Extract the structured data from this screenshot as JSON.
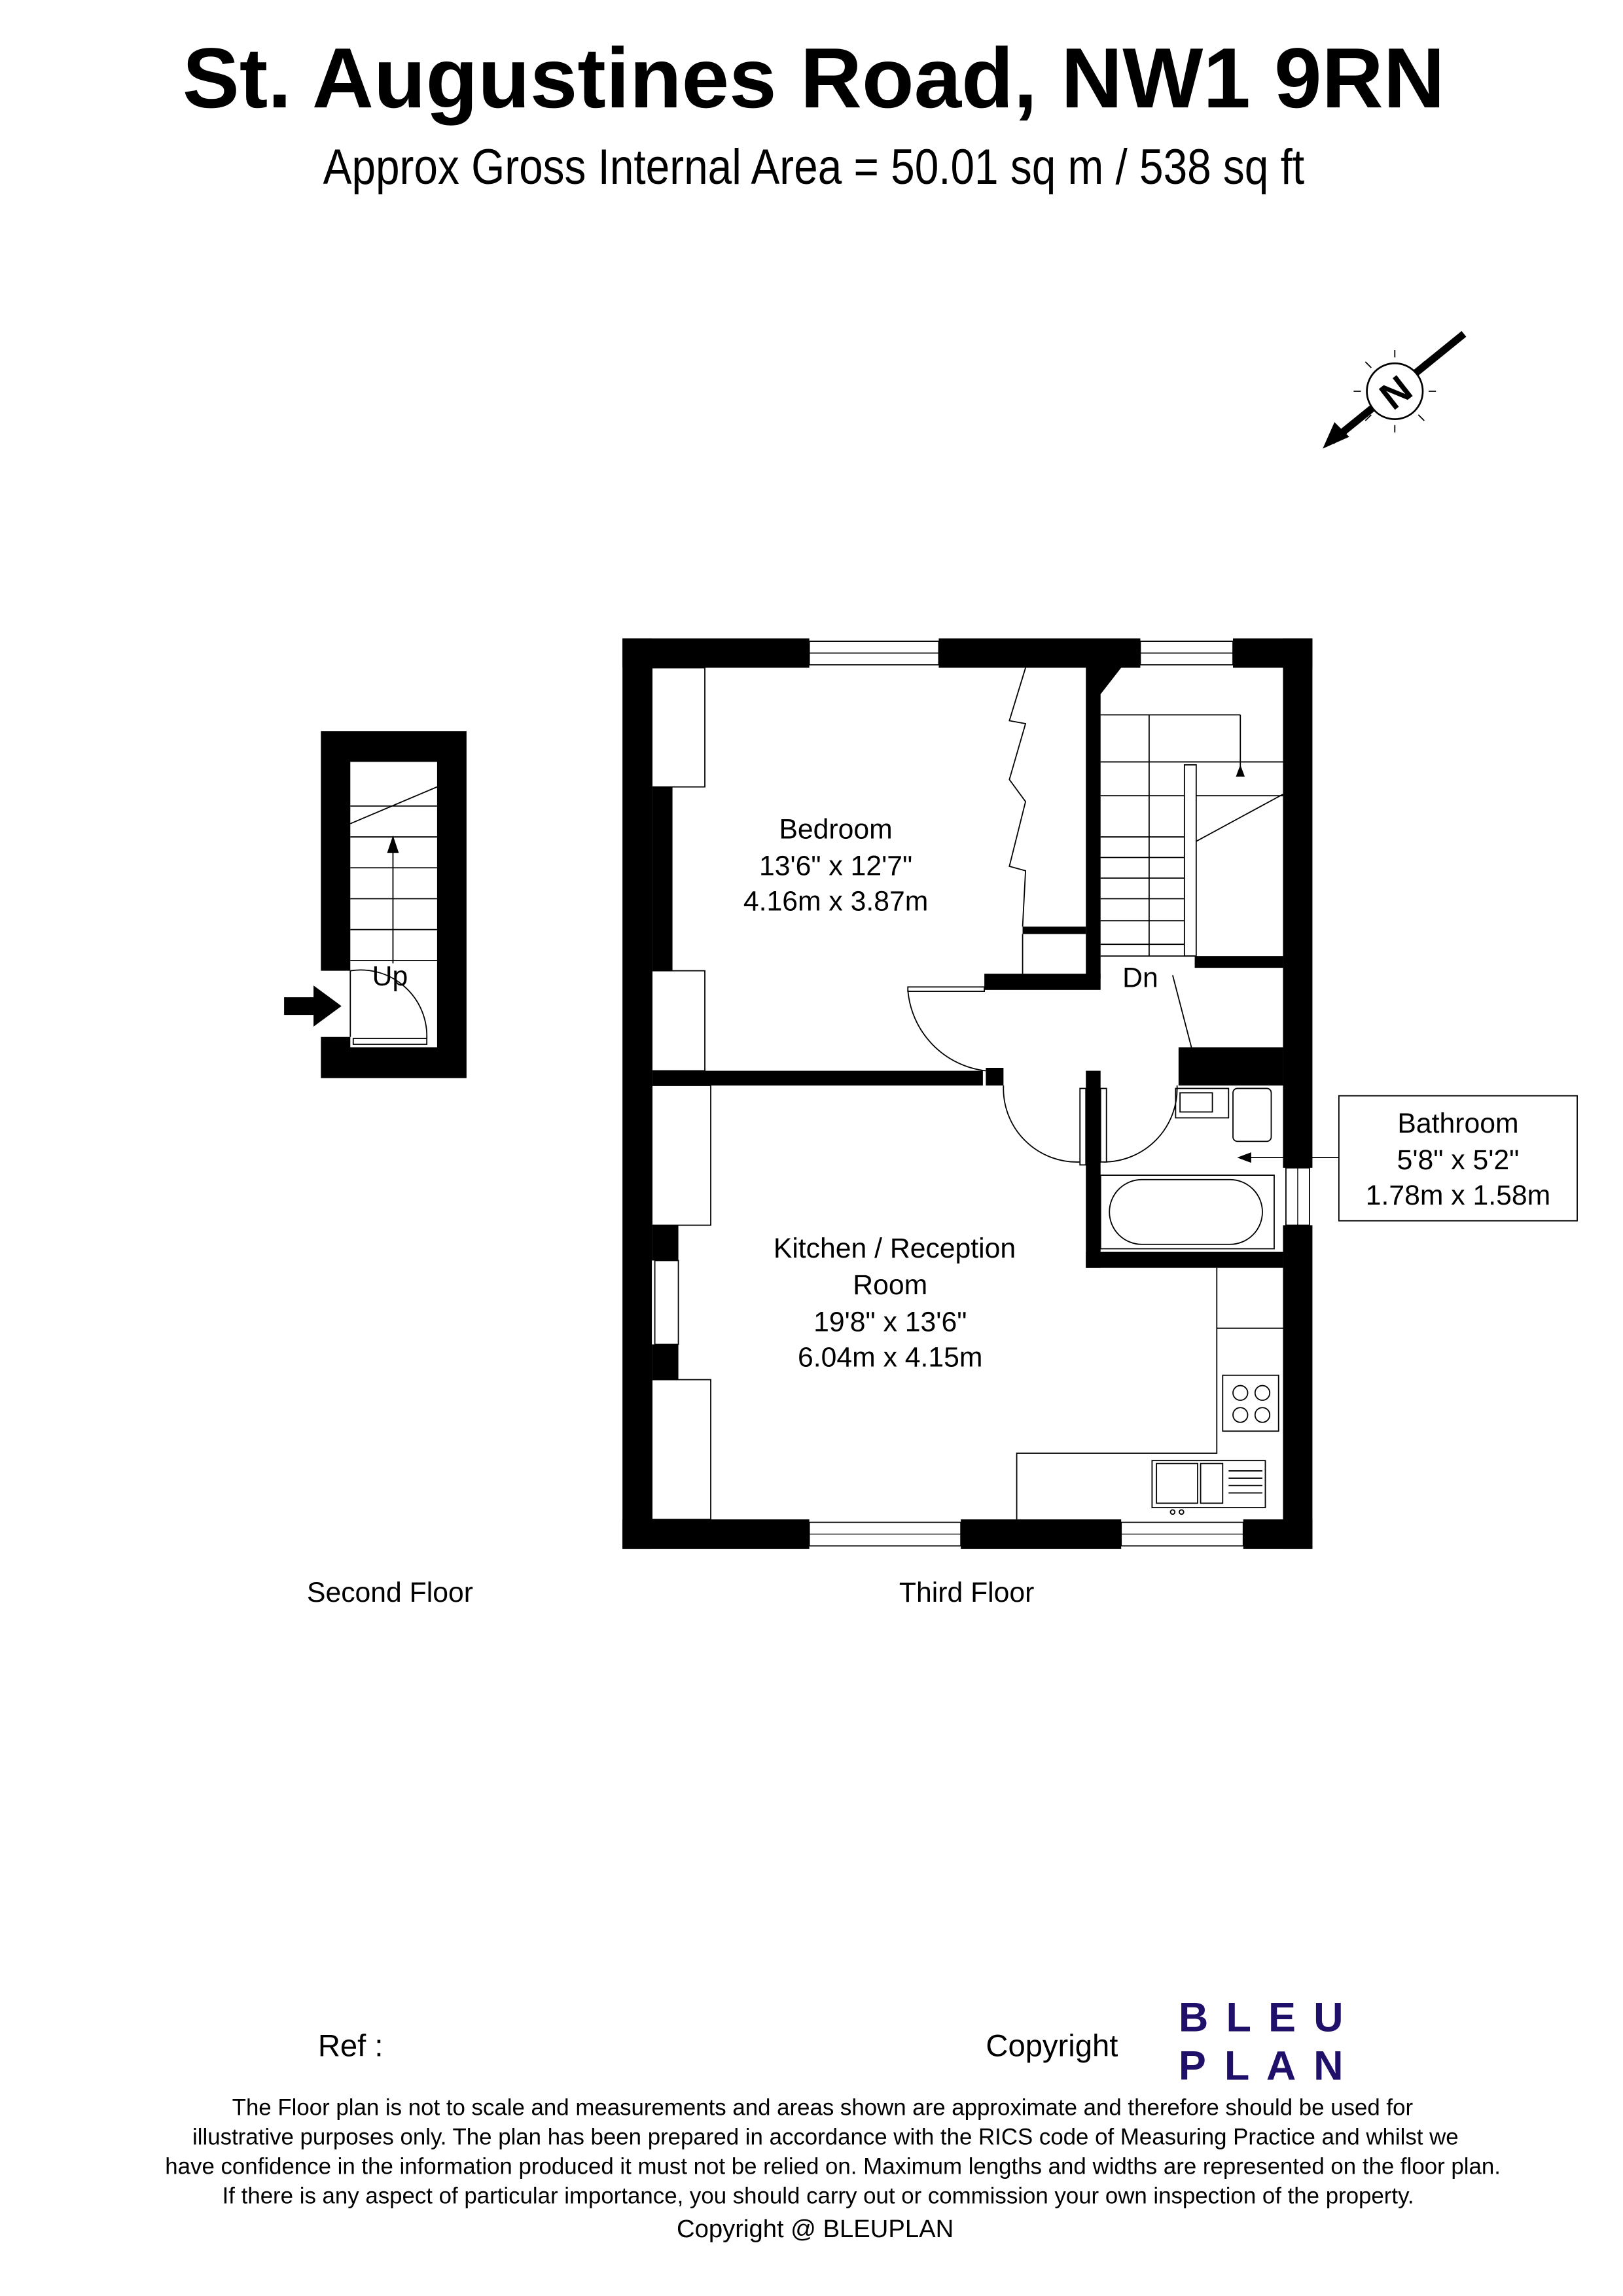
{
  "header": {
    "title": "St. Augustines Road, NW1 9RN",
    "subtitle": "Approx Gross Internal Area = 50.01 sq m / 538 sq ft"
  },
  "compass": {
    "label": "N"
  },
  "rooms": {
    "bedroom": {
      "name": "Bedroom",
      "imperial": "13'6\" x 12'7\"",
      "metric": "4.16m x 3.87m"
    },
    "kitchen": {
      "name_line1": "Kitchen / Reception",
      "name_line2": "Room",
      "imperial": "19'8\" x 13'6\"",
      "metric": "6.04m x 4.15m"
    },
    "bathroom": {
      "name": "Bathroom",
      "imperial": "5'8\" x 5'2\"",
      "metric": "1.78m x 1.58m"
    }
  },
  "stairs": {
    "up": "Up",
    "down": "Dn"
  },
  "floors": {
    "second": "Second Floor",
    "third": "Third Floor"
  },
  "footer": {
    "ref": "Ref  :",
    "copyright": "Copyright",
    "logo_line1": "B L E U",
    "logo_line2": "P L A N",
    "disclaimer": [
      "The Floor plan is not to scale and measurements and areas shown are approximate and therefore should be used for",
      "illustrative purposes only. The plan has been prepared in accordance with the RICS code of Measuring Practice and whilst we",
      "have confidence in the information produced it must not be relied on. Maximum lengths and widths are represented on the floor plan.",
      "If there is any aspect of particular importance, you should carry out or commission your own inspection of the property."
    ],
    "copyright_line": "Copyright @ BLEUPLAN"
  },
  "colors": {
    "logo": "#21106a",
    "walls": "#000000"
  }
}
